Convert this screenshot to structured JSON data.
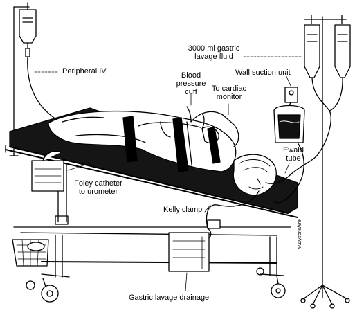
{
  "labels": {
    "peripheral_iv": "Peripheral IV",
    "lavage_fluid": [
      "3000 ml gastric",
      "lavage fluid"
    ],
    "wall_suction": "Wall suction unit",
    "blood_pressure_cuff": [
      "Blood",
      "pressure",
      "cuff"
    ],
    "cardiac_monitor": [
      "To cardiac",
      "monitor"
    ],
    "ewald_tube": [
      "Ewald",
      "tube"
    ],
    "foley_catheter": [
      "Foley catheter",
      "to urometer"
    ],
    "kelly_clamp": "Kelly clamp",
    "gastric_drainage": "Gastric lavage drainage"
  },
  "signature": "M.Dysonshire"
}
